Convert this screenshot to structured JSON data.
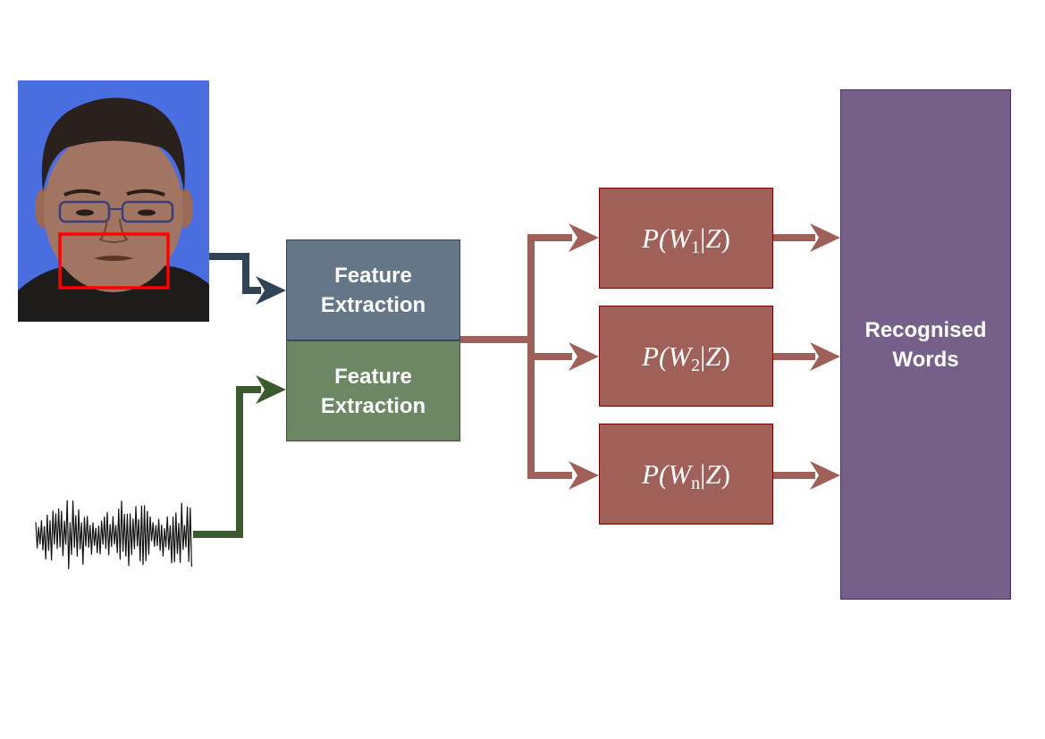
{
  "diagram": {
    "title": "Audio-visual speech recognition pipeline",
    "inputs": {
      "face_image": {
        "icon": "face-photo",
        "description": "Frontal face photo on blue background with red mouth region-of-interest box",
        "roi_color": "#ff0000",
        "background_color": "#4a6de0"
      },
      "audio_waveform": {
        "icon": "audio-waveform",
        "description": "Black audio signal waveform"
      }
    },
    "feature_extraction": [
      {
        "label": "Feature\nExtraction",
        "modality": "visual",
        "fill": "#647687",
        "arrow_color": "#2f4256"
      },
      {
        "label": "Feature\nExtraction",
        "modality": "audio",
        "fill": "#6d8764",
        "arrow_color": "#3b5a2e"
      }
    ],
    "probabilities": [
      {
        "prefix": "P(",
        "var": "W",
        "sub": "1",
        "suffix": "|",
        "cond": "Z",
        "close": ")"
      },
      {
        "prefix": "P(",
        "var": "W",
        "sub": "2",
        "suffix": "|",
        "cond": "Z",
        "close": ")"
      },
      {
        "prefix": "P(",
        "var": "W",
        "sub": "n",
        "suffix": "|",
        "cond": "Z",
        "close": ")"
      }
    ],
    "probability_fill": "#a0605a",
    "connector_color": "#a0605a",
    "output": {
      "label": "Recognised\nWords",
      "fill": "#76608a"
    }
  }
}
